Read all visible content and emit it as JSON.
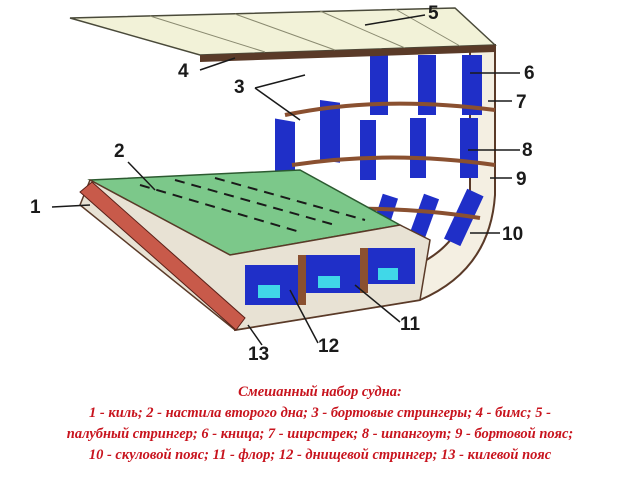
{
  "diagram": {
    "callouts": [
      "1",
      "2",
      "3",
      "4",
      "5",
      "6",
      "7",
      "8",
      "9",
      "10",
      "11",
      "12",
      "13"
    ]
  },
  "caption": {
    "title": "Смешанный набор судна:",
    "line1": "1 - киль; 2 - настила второго дна; 3 - бортовые стрингеры; 4 - бимс; 5 -",
    "line2": "палубный стрингер; 6 - кница; 7 - ширстрек; 8 - шпангоут; 9 - бортовой пояс;",
    "line3": "10 - скуловой пояс; 11 - флор; 12 - днищевой стрингер; 13 - килевой пояс"
  },
  "colors": {
    "hull_blue": "#1f2fc8",
    "deck_green": "#7cc88a",
    "deck_wood": "#f2f2d8",
    "keel_red": "#c85a4a",
    "plating_brown": "#8a5030",
    "caption_red": "#c8141e"
  }
}
